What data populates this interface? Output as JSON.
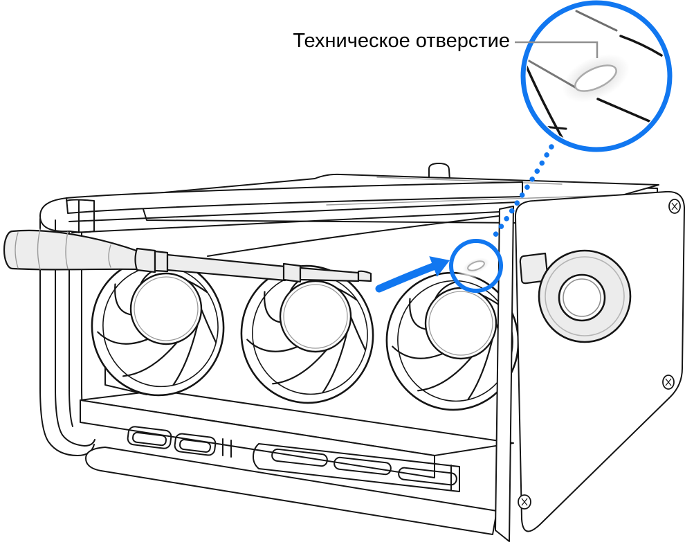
{
  "figure": {
    "label": "Техническое отверстие"
  },
  "colors": {
    "accent_blue": "#1177F0",
    "leader_gray": "#8F8F8F",
    "ink": "#151515",
    "hole_outline": "#ABABAB"
  },
  "icons": {
    "magnifier_circle": "magnified-detail-circle",
    "target_circle": "service-hole-highlight-circle",
    "arrow": "insertion-direction-arrow",
    "dotted_leader": "magnifier-connector-dots",
    "leader_line": "label-callout-line"
  }
}
